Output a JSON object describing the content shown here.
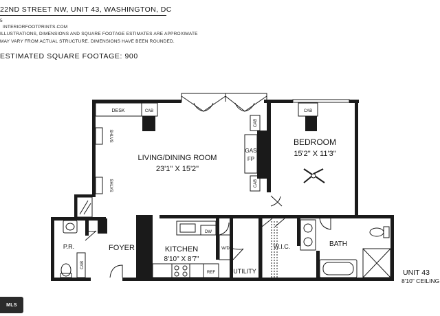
{
  "header": {
    "address": "22ND STREET NW, UNIT 43, WASHINGTON, DC",
    "line_number": "5",
    "website": "INTERIORFOOTPRINTS.COM",
    "disclaimer_1": "ILLUSTRATIONS, DIMENSIONS AND SQUARE FOOTAGE ESTIMATES ARE APPROXIMATE",
    "disclaimer_2": "MAY VARY FROM ACTUAL STRUCTURE. DIMENSIONS HAVE BEEN ROUNDED.",
    "sqft": "ESTIMATED SQUARE FOOTAGE: 900"
  },
  "rooms": {
    "living_name": "LIVING/DINING ROOM",
    "living_dims": "23'1\" X 15'2\"",
    "bedroom_name": "BEDROOM",
    "bedroom_dims": "15'2\" X 11'3\"",
    "kitchen_name": "KITCHEN",
    "kitchen_dims": "8'10\" X 8'7\"",
    "foyer": "FOYER",
    "powder_room": "P.R.",
    "wic": "W.I.C.",
    "bath": "BATH",
    "utility": "UTILITY"
  },
  "fixtures": {
    "desk": "DESK",
    "cab": "CAB",
    "shlvs": "SHLVS",
    "gas": "GAS",
    "fp": "FP",
    "dw": "DW",
    "wd": "W/D",
    "ref": "REF"
  },
  "unit": {
    "title": "UNIT 43",
    "ceiling": "8'10\" CEILING"
  },
  "badge": {
    "text": "MLS"
  }
}
